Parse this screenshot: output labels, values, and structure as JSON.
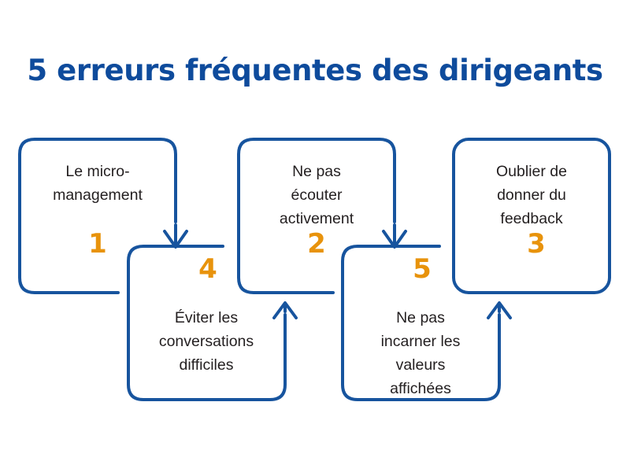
{
  "page": {
    "title": "5 erreurs fréquentes des dirigeants",
    "background_color": "#ffffff"
  },
  "colors": {
    "title_blue": "#0E4B9C",
    "border_blue": "#17549E",
    "number_orange": "#E8930C",
    "body_text": "#231F20"
  },
  "steps": [
    {
      "number": "1",
      "label": "Le micro-\nmanagement",
      "row": "top",
      "arrow": "down"
    },
    {
      "number": "4",
      "label": "Éviter les\nconversations\ndifficiles",
      "row": "bottom",
      "arrow": "up"
    },
    {
      "number": "2",
      "label": "Ne pas\nécouter\nactivement",
      "row": "top",
      "arrow": "down"
    },
    {
      "number": "5",
      "label": "Ne pas\nincarner les\nvaleurs\naffichées",
      "row": "bottom",
      "arrow": "up"
    },
    {
      "number": "3",
      "label": "Oublier de\ndonner du\nfeedback",
      "row": "top",
      "arrow": "none"
    }
  ]
}
